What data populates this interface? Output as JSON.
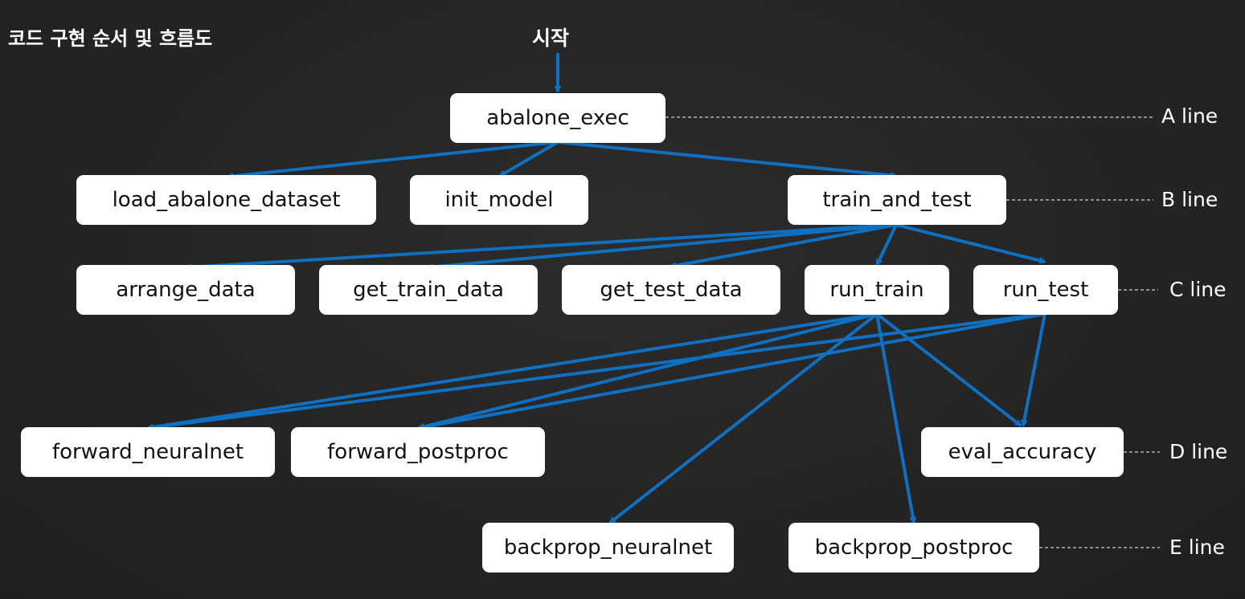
{
  "title": "코드 구현 순서 및 흐름도",
  "start_label": "시작",
  "colors": {
    "background": "#262626",
    "node_fill": "#ffffff",
    "node_text": "#111111",
    "arrow": "#0f6fc0",
    "dashed_guide": "#cfcfcf",
    "text": "#ffffff"
  },
  "nodes": {
    "abalone_exec": "abalone_exec",
    "load_abalone_dataset": "load_abalone_dataset",
    "init_model": "init_model",
    "train_and_test": "train_and_test",
    "arrange_data": "arrange_data",
    "get_train_data": "get_train_data",
    "get_test_data": "get_test_data",
    "run_train": "run_train",
    "run_test": "run_test",
    "forward_neuralnet": "forward_neuralnet",
    "forward_postproc": "forward_postproc",
    "eval_accuracy": "eval_accuracy",
    "backprop_neuralnet": "backprop_neuralnet",
    "backprop_postproc": "backprop_postproc"
  },
  "lines": {
    "a": "A line",
    "b": "B line",
    "c": "C line",
    "d": "D line",
    "e": "E line"
  },
  "edges": [
    [
      "start",
      "abalone_exec"
    ],
    [
      "abalone_exec",
      "load_abalone_dataset"
    ],
    [
      "abalone_exec",
      "init_model"
    ],
    [
      "abalone_exec",
      "train_and_test"
    ],
    [
      "train_and_test",
      "arrange_data"
    ],
    [
      "train_and_test",
      "get_train_data"
    ],
    [
      "train_and_test",
      "get_test_data"
    ],
    [
      "train_and_test",
      "run_train"
    ],
    [
      "train_and_test",
      "run_test"
    ],
    [
      "run_train",
      "forward_neuralnet"
    ],
    [
      "run_train",
      "forward_postproc"
    ],
    [
      "run_train",
      "backprop_neuralnet"
    ],
    [
      "run_train",
      "backprop_postproc"
    ],
    [
      "run_train",
      "eval_accuracy"
    ],
    [
      "run_test",
      "forward_neuralnet"
    ],
    [
      "run_test",
      "forward_postproc"
    ],
    [
      "run_test",
      "eval_accuracy"
    ]
  ]
}
